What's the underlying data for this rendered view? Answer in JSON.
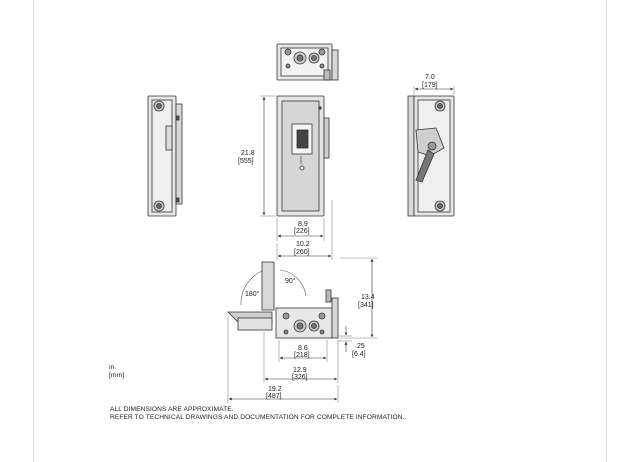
{
  "dimensions": {
    "front_height_in": "21.8",
    "front_height_mm": "[555]",
    "front_width_in": "8.9",
    "front_width_mm": "[226]",
    "overall_width_in": "10.2",
    "overall_width_mm": "[260]",
    "side_depth_in": "7.0",
    "side_depth_mm": "[179]",
    "handle_height_in": "13.4",
    "handle_height_mm": "[341]",
    "offset_in": ".25",
    "offset_mm": "[6.4]",
    "base_inner_in": "8.6",
    "base_inner_mm": "[218]",
    "base_mid_in": "12.9",
    "base_mid_mm": "[326]",
    "base_overall_in": "19.2",
    "base_overall_mm": "[487]",
    "angle_open": "180°",
    "angle_right": "90°"
  },
  "units_legend": {
    "line1": "in.",
    "line2": "[mm]"
  },
  "notes": {
    "line1": "ALL DIMENSIONS ARE APPROXIMATE.",
    "line2": "REFER TO TECHNICAL DRAWINGS AND DOCUMENTATION FOR COMPLETE INFORMATION."
  }
}
